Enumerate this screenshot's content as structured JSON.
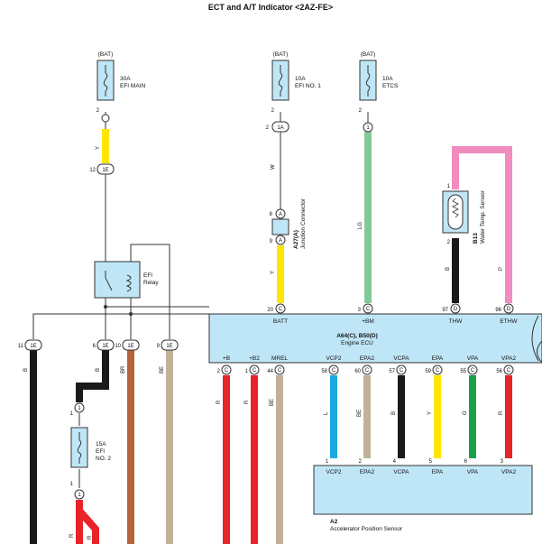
{
  "title": "ECT and A/T Indicator <2AZ-FE>",
  "fuses": {
    "efi_main": {
      "source": "(BAT)",
      "rating": "30A",
      "name": "EFI MAIN",
      "pin": "2"
    },
    "efi_no1": {
      "source": "(BAT)",
      "rating": "10A",
      "name": "EFI NO. 1",
      "pin": "2"
    },
    "etcs": {
      "source": "(BAT)",
      "rating": "10A",
      "name": "ETCS",
      "pin": "2"
    },
    "efi_no2": {
      "rating": "15A",
      "name_line1": "EFI",
      "name_line2": "NO. 2",
      "pin_top": "1",
      "pin_bottom": "1"
    }
  },
  "relay": {
    "name_line1": "EFI",
    "name_line2": "Relay"
  },
  "junction": {
    "pin_top": "2",
    "conn_top": "1A",
    "code": "A27(A)",
    "name": "Junction Connector",
    "pin_a_top": "8",
    "pin_a_bottom": "9",
    "conn_a": "A"
  },
  "water_sensor": {
    "code": "B13",
    "name": "Water Temp. Sensor",
    "pin_top": "1",
    "pin_bottom": "2"
  },
  "ecu": {
    "codes": "A64(C), B50(D)",
    "name": "Engine ECU",
    "top_terminals": [
      {
        "pin": "20",
        "conn": "C",
        "name": "BATT"
      },
      {
        "pin": "3",
        "conn": "C",
        "name": "+BM"
      },
      {
        "pin": "97",
        "conn": "D",
        "name": "THW"
      },
      {
        "pin": "96",
        "conn": "D",
        "name": "ETHW"
      }
    ],
    "bottom_terminals": [
      {
        "pin": "2",
        "conn": "C",
        "name": "+B"
      },
      {
        "pin": "1",
        "conn": "C",
        "name": "+B2"
      },
      {
        "pin": "44",
        "conn": "C",
        "name": "MREL"
      },
      {
        "pin": "58",
        "conn": "C",
        "name": "VCP2"
      },
      {
        "pin": "60",
        "conn": "C",
        "name": "EPA2"
      },
      {
        "pin": "57",
        "conn": "C",
        "name": "VCPA"
      },
      {
        "pin": "59",
        "conn": "C",
        "name": "EPA"
      },
      {
        "pin": "55",
        "conn": "C",
        "name": "VPA"
      },
      {
        "pin": "56",
        "conn": "C",
        "name": "VPA2"
      }
    ]
  },
  "aps": {
    "code": "A2",
    "name": "Accelerator Position Sensor",
    "terminals": [
      {
        "pin": "1",
        "name": "VCP2"
      },
      {
        "pin": "2",
        "name": "EPA2"
      },
      {
        "pin": "4",
        "name": "VCPA"
      },
      {
        "pin": "5",
        "name": "EPA"
      },
      {
        "pin": "6",
        "name": "VPA"
      },
      {
        "pin": "3",
        "name": "VPA2"
      }
    ]
  },
  "connector_1e": [
    {
      "pin": "11",
      "conn": "1E"
    },
    {
      "pin": "6",
      "conn": "1E"
    },
    {
      "pin": "10",
      "conn": "1E"
    },
    {
      "pin": "9",
      "conn": "1E"
    },
    {
      "pin": "12",
      "conn": "1E"
    }
  ],
  "wire_codes": {
    "y_main": "Y",
    "w": "W",
    "y_junction": "Y",
    "lg": "LG",
    "b_sensor": "B",
    "p": "P",
    "b_11": "B",
    "b_6": "B",
    "br": "BR",
    "be_9": "BE",
    "r_fuse1": "R",
    "r_fuse2": "R",
    "r_b": "R",
    "r_b2": "R",
    "be_mrel": "BE",
    "l": "L",
    "be_epa2": "BE",
    "b_vcpa": "B",
    "y_epa": "Y",
    "g": "G",
    "r_vpa2": "R"
  },
  "colors": {
    "Y": "#ffe600",
    "W": "#bbbbbb",
    "LG": "#82c99a",
    "B": "#1a1a1a",
    "P": "#f28bbf",
    "BR": "#b5643a",
    "BE": "#c2b19a",
    "R": "#e8232a",
    "L": "#1ea9e1",
    "G": "#17a24a",
    "ecu_fill": "#bfe6f7",
    "line": "#333333"
  }
}
